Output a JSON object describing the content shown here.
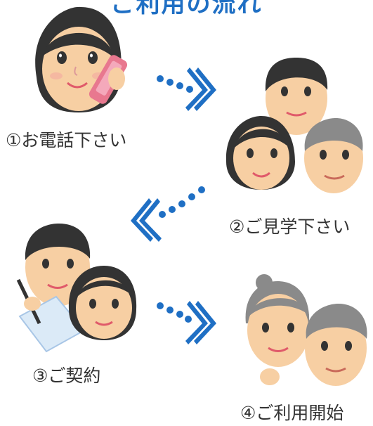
{
  "title": "ご利用の流れ",
  "steps": [
    {
      "label": "①お電話下さい"
    },
    {
      "label": "②ご見学下さい"
    },
    {
      "label": "③ご契約"
    },
    {
      "label": "④ご利用開始"
    }
  ],
  "colors": {
    "arrow": "#1f6fc4",
    "skin": "#f7cfa3",
    "hair_dark": "#333333",
    "hair_gray": "#8a8a8a",
    "phone": "#e8788f",
    "paper": "#dbeaf7",
    "title": "#1f6fc4"
  }
}
